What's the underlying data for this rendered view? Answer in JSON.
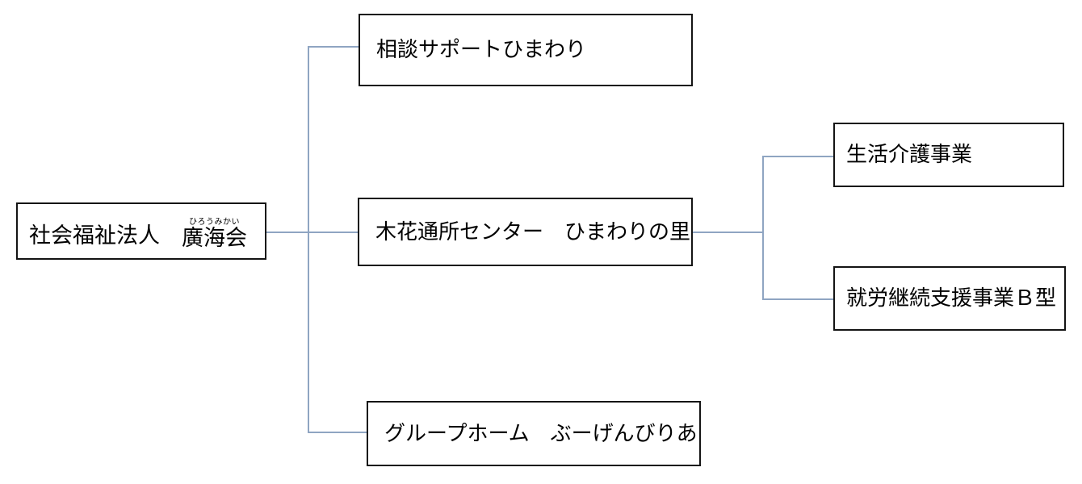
{
  "diagram": {
    "type": "organization-chart",
    "orientation": "left-to-right",
    "background_color": "#ffffff",
    "box_border_color": "#141414",
    "connector_color": "#8fa5c2",
    "text_color": "#000000"
  },
  "nodes": {
    "root": {
      "id": "root",
      "prefix": "社会福祉法人",
      "spacer": "　",
      "name_base": "廣海会",
      "name_ruby": "ひろうみかい",
      "full_text": "社会福祉法人　廣海会"
    },
    "soudan": {
      "id": "soudan-support-himawari",
      "label": "相談サポートひまわり"
    },
    "kibana": {
      "id": "kibana-tsusho-center",
      "label": "木花通所センター　ひまわりの里"
    },
    "group_home": {
      "id": "group-home-bougainvillea",
      "label": "グループホーム　ぶーげんびりあ"
    },
    "seikatsu": {
      "id": "seikatsu-kaigo-jigyo",
      "label": "生活介護事業"
    },
    "shurou": {
      "id": "shurou-keizoku-shien-jigyo-b",
      "label": "就労継続支援事業Ｂ型"
    }
  },
  "edges": [
    {
      "from": "root",
      "to": "soudan",
      "style": "orthogonal"
    },
    {
      "from": "root",
      "to": "kibana",
      "style": "orthogonal"
    },
    {
      "from": "root",
      "to": "group_home",
      "style": "orthogonal"
    },
    {
      "from": "kibana",
      "to": "seikatsu",
      "style": "orthogonal"
    },
    {
      "from": "kibana",
      "to": "shurou",
      "style": "orthogonal"
    }
  ]
}
